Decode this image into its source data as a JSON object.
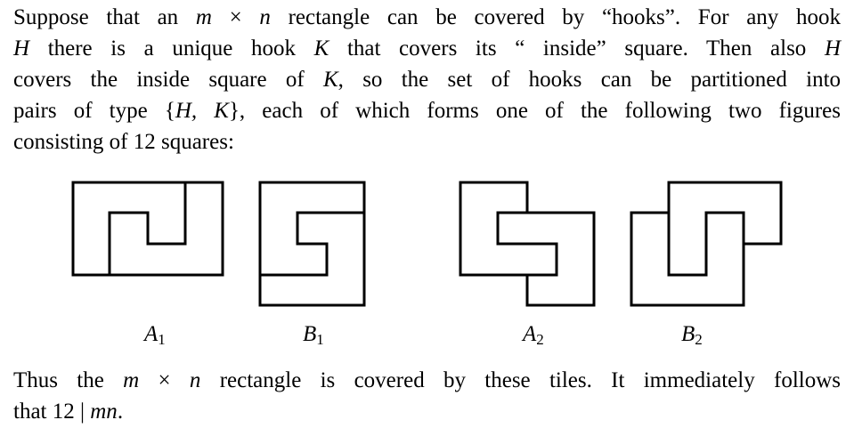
{
  "paragraph_1": [
    [
      {
        "t": "Suppose that an "
      },
      {
        "t": "m",
        "i": 1
      },
      {
        "t": " × "
      },
      {
        "t": "n",
        "i": 1
      },
      {
        "t": " rectangle can be covered by “hooks”. For any hook"
      }
    ],
    [
      {
        "t": "H",
        "i": 1
      },
      {
        "t": " there is a unique hook "
      },
      {
        "t": "K",
        "i": 1
      },
      {
        "t": " that covers its “ inside” square. Then also "
      },
      {
        "t": "H",
        "i": 1
      }
    ],
    [
      {
        "t": "covers the inside square of "
      },
      {
        "t": "K",
        "i": 1
      },
      {
        "t": ", so the set of hooks can be partitioned into"
      }
    ],
    [
      {
        "t": "pairs of type {"
      },
      {
        "t": "H, K",
        "i": 1
      },
      {
        "t": "}, each of which forms one of the following two figures"
      }
    ],
    [
      {
        "t": "consisting of 12 squares:"
      }
    ]
  ],
  "figures": [
    {
      "name": "A",
      "sub": "1"
    },
    {
      "name": "B",
      "sub": "1"
    },
    {
      "name": "A",
      "sub": "2"
    },
    {
      "name": "B",
      "sub": "2"
    }
  ],
  "paragraph_2": [
    [
      {
        "t": "Thus the "
      },
      {
        "t": "m",
        "i": 1
      },
      {
        "t": " × "
      },
      {
        "t": "n",
        "i": 1
      },
      {
        "t": " rectangle is covered by these tiles. It immediately follows"
      }
    ],
    [
      {
        "t": "that 12 | "
      },
      {
        "t": "mn",
        "i": 1
      },
      {
        "t": "."
      }
    ]
  ]
}
